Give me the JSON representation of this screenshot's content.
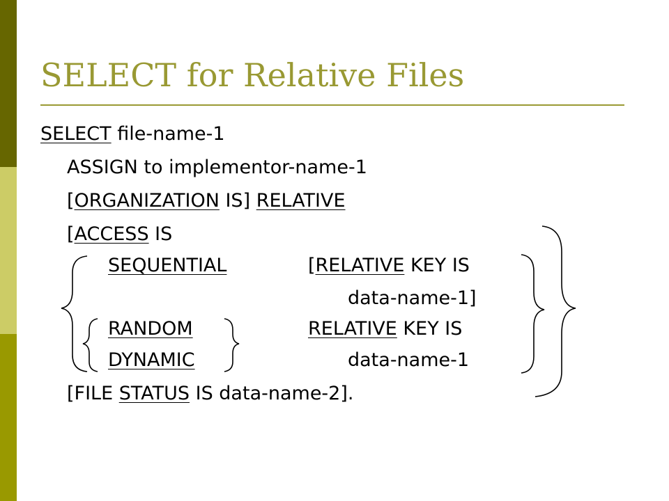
{
  "colors": {
    "bar_top": "#666600",
    "bar_middle": "#cccc66",
    "bar_bottom": "#999900",
    "title": "#999933",
    "rule": "#999933",
    "text": "#000000"
  },
  "title": "SELECT for Relative Files",
  "syntax": {
    "select_keyword": "SELECT",
    "select_rest": " file-name-1",
    "assign_line": "ASSIGN to implementor-name-1",
    "org_open": "[",
    "org_keyword": "ORGANIZATION",
    "org_is": " IS] ",
    "org_relative": "RELATIVE",
    "access_open": "[",
    "access_keyword": "ACCESS",
    "access_is": " IS",
    "sequential": "SEQUENTIAL",
    "seq_key_open": "[",
    "seq_key_relative": "RELATIVE",
    "seq_key_rest": " KEY IS",
    "seq_data_name": "data-name-1]",
    "random": "RANDOM",
    "random_key_relative": "RELATIVE",
    "random_key_rest": " KEY IS",
    "dynamic": "DYNAMIC",
    "dynamic_data_name": "data-name-1",
    "status_open": "[FILE ",
    "status_keyword": "STATUS",
    "status_rest": " IS data-name-2]."
  }
}
